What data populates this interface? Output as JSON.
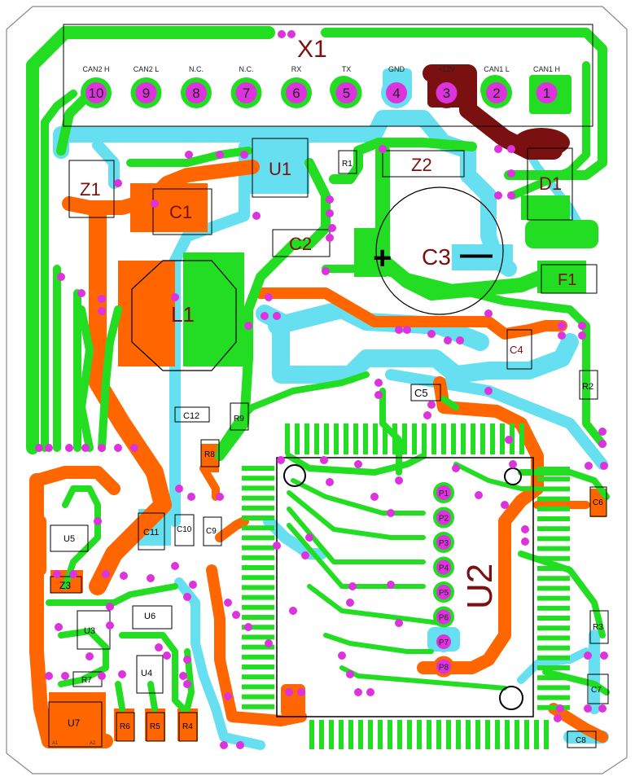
{
  "connector": {
    "name": "X1",
    "pins": [
      {
        "number": "10",
        "label": "CAN2 H"
      },
      {
        "number": "9",
        "label": "CAN2 L"
      },
      {
        "number": "8",
        "label": "N.C."
      },
      {
        "number": "7",
        "label": "N.C."
      },
      {
        "number": "6",
        "label": "RX"
      },
      {
        "number": "5",
        "label": "TX"
      },
      {
        "number": "4",
        "label": "GND"
      },
      {
        "number": "3",
        "label": "+12V"
      },
      {
        "number": "2",
        "label": "CAN1 L"
      },
      {
        "number": "1",
        "label": "CAN1 H"
      }
    ]
  },
  "components": {
    "z1": "Z1",
    "c1": "C1",
    "u1": "U1",
    "r1": "R1",
    "z2": "Z2",
    "d1": "D1",
    "c2": "C2",
    "c3": "C3",
    "c3_plus": "+",
    "c3_minus": "—",
    "f1": "F1",
    "l1": "L1",
    "c4": "C4",
    "r2": "R2",
    "c5": "C5",
    "c12": "C12",
    "r9": "R9",
    "r8": "R8",
    "c11": "C11",
    "c10": "C10",
    "c9": "C9",
    "c6": "C6",
    "u5": "U5",
    "z3": "Z3",
    "u3": "U3",
    "u6": "U6",
    "u4": "U4",
    "r7": "R7",
    "u7": "U7",
    "u7_pin1": "A1",
    "u7_pin2": "A2",
    "r6": "R6",
    "r5": "R5",
    "r4": "R4",
    "u2": "U2",
    "r3": "R3",
    "c7": "C7",
    "c8": "C8"
  },
  "test_points": [
    "P1",
    "P2",
    "P3",
    "P4",
    "P5",
    "P6",
    "P7",
    "P8"
  ],
  "colors": {
    "top_copper": "#22dd22",
    "bottom_copper": "#ff6600",
    "cyan_layer": "#66e0f0",
    "pad": "#dd33dd",
    "power": "#7a1010",
    "outline": "#000000"
  }
}
